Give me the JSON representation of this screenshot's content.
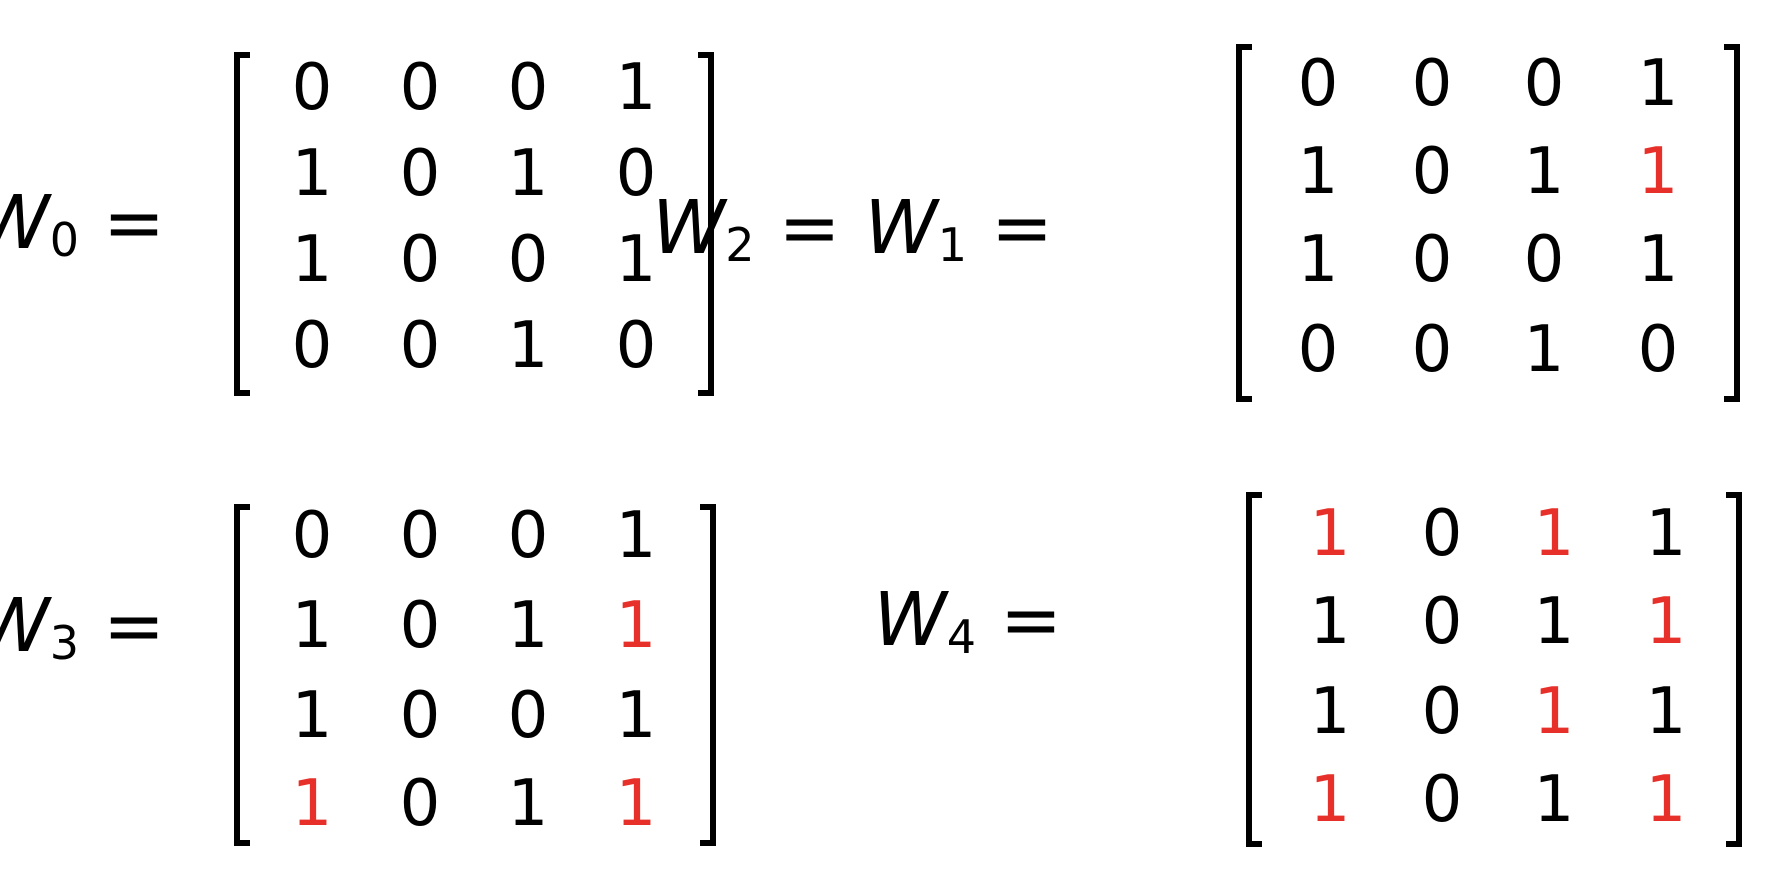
{
  "highlight_color": "#e8302a",
  "equations": [
    {
      "id": "w0",
      "lhs": [
        {
          "var": "W",
          "sub": "0"
        }
      ],
      "rows": [
        [
          "0",
          "0",
          "0",
          "1"
        ],
        [
          "1",
          "0",
          "1",
          "0"
        ],
        [
          "1",
          "0",
          "0",
          "1"
        ],
        [
          "0",
          "0",
          "1",
          "0"
        ]
      ],
      "highlights": []
    },
    {
      "id": "w2w1",
      "lhs": [
        {
          "var": "W",
          "sub": "2"
        },
        {
          "var": "W",
          "sub": "1"
        }
      ],
      "rows": [
        [
          "0",
          "0",
          "0",
          "1"
        ],
        [
          "1",
          "0",
          "1",
          "1"
        ],
        [
          "1",
          "0",
          "0",
          "1"
        ],
        [
          "0",
          "0",
          "1",
          "0"
        ]
      ],
      "highlights": [
        [
          1,
          3
        ]
      ]
    },
    {
      "id": "w3",
      "lhs": [
        {
          "var": "W",
          "sub": "3"
        }
      ],
      "rows": [
        [
          "0",
          "0",
          "0",
          "1"
        ],
        [
          "1",
          "0",
          "1",
          "1"
        ],
        [
          "1",
          "0",
          "0",
          "1"
        ],
        [
          "1",
          "0",
          "1",
          "1"
        ]
      ],
      "highlights": [
        [
          1,
          3
        ],
        [
          3,
          0
        ],
        [
          3,
          3
        ]
      ]
    },
    {
      "id": "w4",
      "lhs": [
        {
          "var": "W",
          "sub": "4"
        }
      ],
      "rows": [
        [
          "1",
          "0",
          "1",
          "1"
        ],
        [
          "1",
          "0",
          "1",
          "1"
        ],
        [
          "1",
          "0",
          "1",
          "1"
        ],
        [
          "1",
          "0",
          "1",
          "1"
        ]
      ],
      "highlights": [
        [
          0,
          0
        ],
        [
          0,
          2
        ],
        [
          1,
          3
        ],
        [
          2,
          2
        ],
        [
          3,
          0
        ],
        [
          3,
          3
        ]
      ]
    }
  ]
}
